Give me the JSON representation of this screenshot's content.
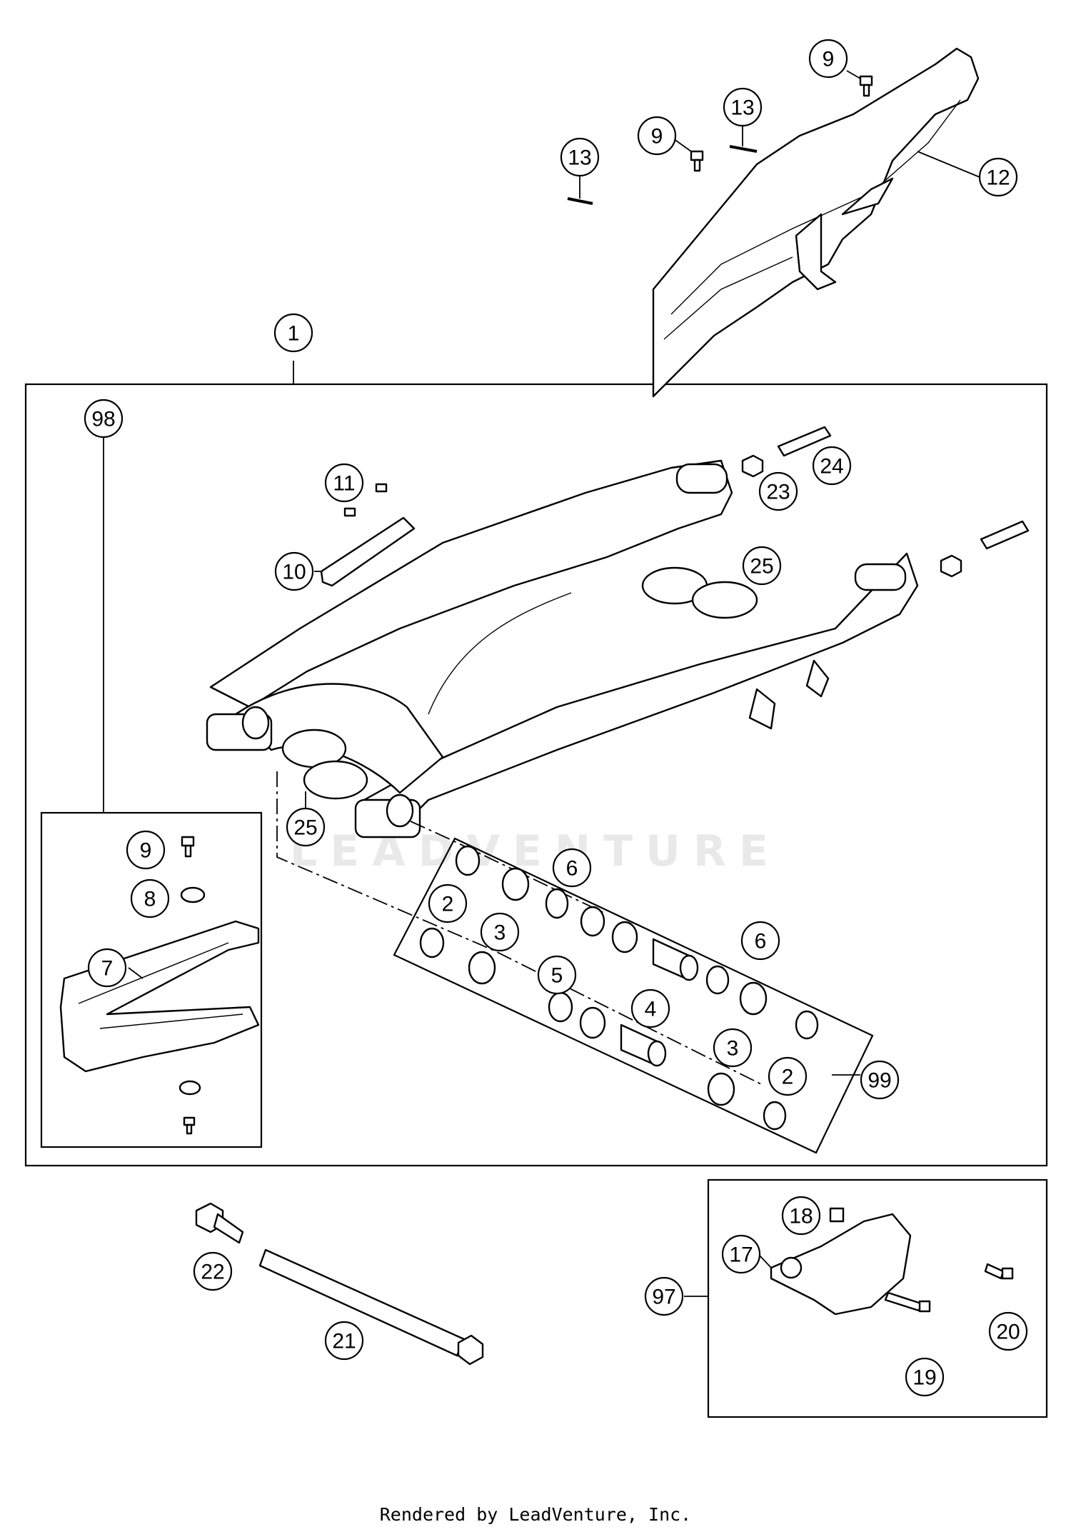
{
  "diagram": {
    "watermark": "LEADVENTURE",
    "callouts": [
      {
        "id": "c1",
        "label": "1"
      },
      {
        "id": "c2a",
        "label": "2"
      },
      {
        "id": "c2b",
        "label": "2"
      },
      {
        "id": "c3a",
        "label": "3"
      },
      {
        "id": "c3b",
        "label": "3"
      },
      {
        "id": "c4",
        "label": "4"
      },
      {
        "id": "c5",
        "label": "5"
      },
      {
        "id": "c6a",
        "label": "6"
      },
      {
        "id": "c6b",
        "label": "6"
      },
      {
        "id": "c7",
        "label": "7"
      },
      {
        "id": "c8",
        "label": "8"
      },
      {
        "id": "c9a",
        "label": "9"
      },
      {
        "id": "c9b",
        "label": "9"
      },
      {
        "id": "c9c",
        "label": "9"
      },
      {
        "id": "c10",
        "label": "10"
      },
      {
        "id": "c11",
        "label": "11"
      },
      {
        "id": "c12",
        "label": "12"
      },
      {
        "id": "c13a",
        "label": "13"
      },
      {
        "id": "c13b",
        "label": "13"
      },
      {
        "id": "c17",
        "label": "17"
      },
      {
        "id": "c18",
        "label": "18"
      },
      {
        "id": "c19",
        "label": "19"
      },
      {
        "id": "c20",
        "label": "20"
      },
      {
        "id": "c21",
        "label": "21"
      },
      {
        "id": "c22",
        "label": "22"
      },
      {
        "id": "c23",
        "label": "23"
      },
      {
        "id": "c24",
        "label": "24"
      },
      {
        "id": "c25a",
        "label": "25"
      },
      {
        "id": "c25b",
        "label": "25"
      },
      {
        "id": "c97",
        "label": "97"
      },
      {
        "id": "c98",
        "label": "98"
      },
      {
        "id": "c99",
        "label": "99"
      }
    ]
  },
  "footer": {
    "text": "Rendered by LeadVenture, Inc."
  }
}
